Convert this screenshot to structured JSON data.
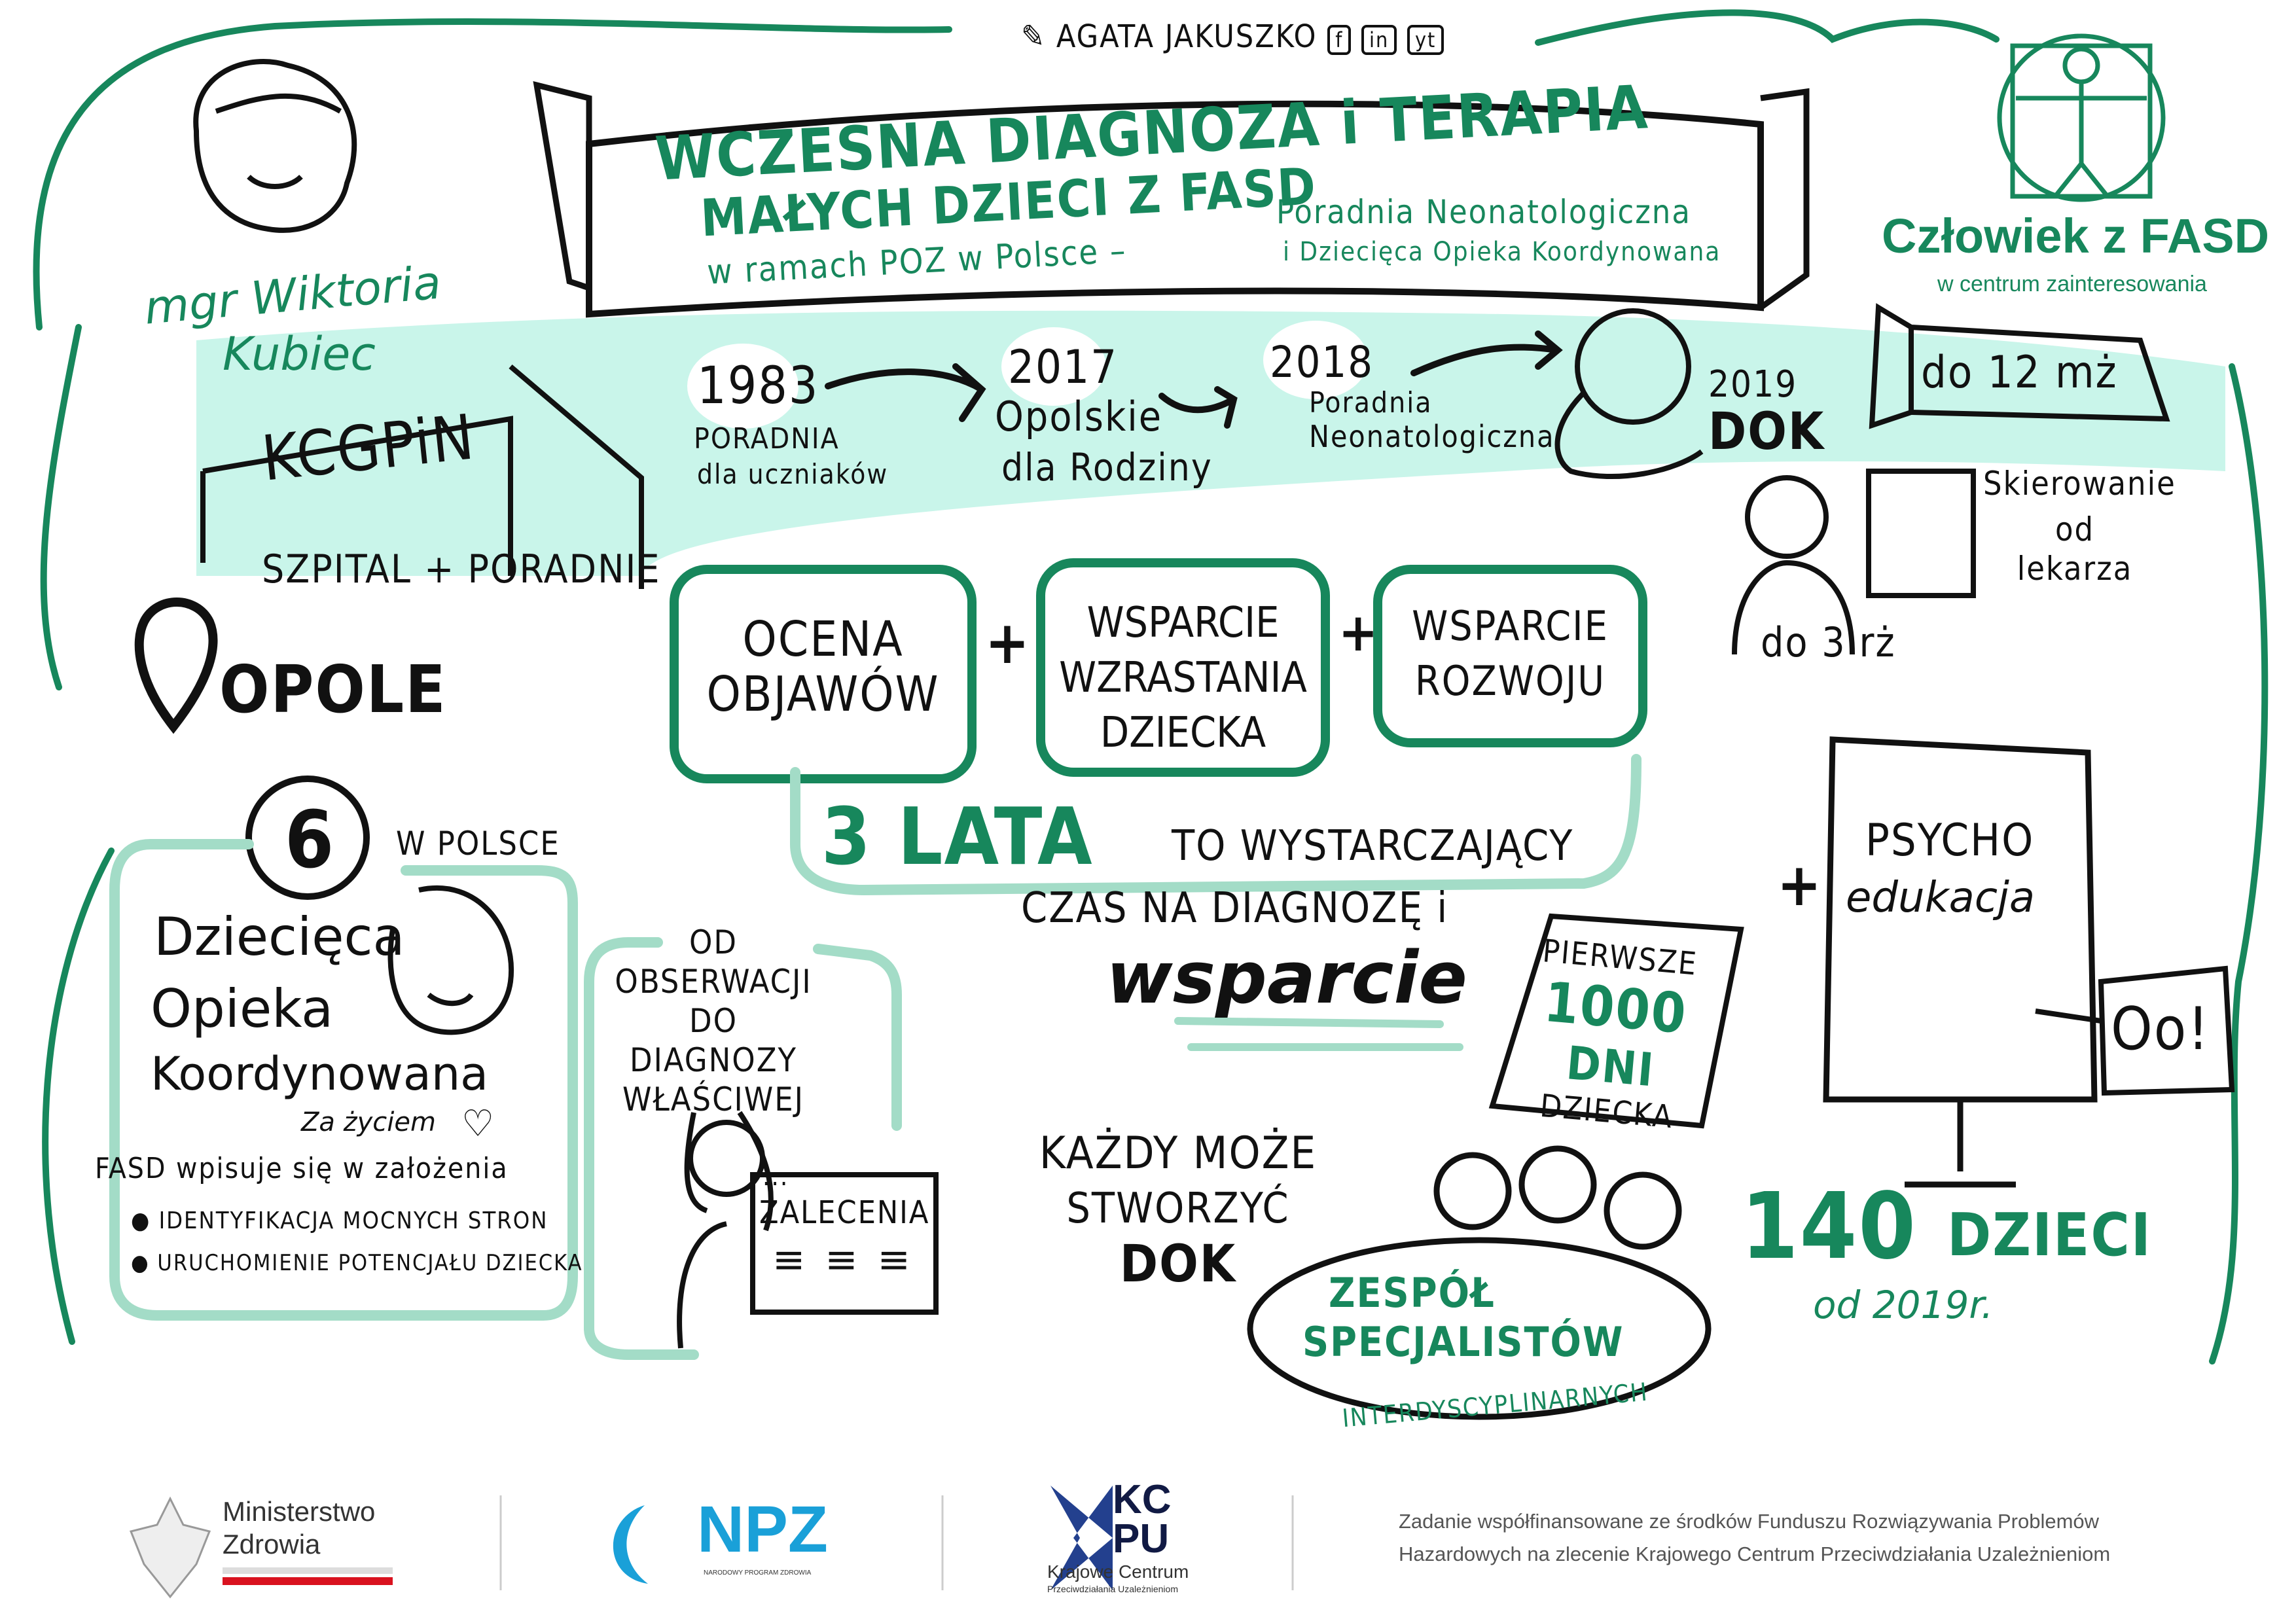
{
  "colors": {
    "green": "#17875c",
    "mint": "#c9f5ea",
    "mint_stroke": "#a3dcc7",
    "ink": "#111111"
  },
  "author": {
    "name": "AGATA JAKUSZKO",
    "social": [
      "f",
      "in",
      "yt"
    ]
  },
  "title": {
    "line1": "WCZESNA DIAGNOZA i TERAPIA",
    "line2": "MAŁYCH DZIECI Z FASD",
    "line3a": "w ramach POZ w Polsce –",
    "line3b": "Poradnia Neonatologiczna",
    "line3c": "i Dziecięca Opieka Koordynowana"
  },
  "brand": {
    "name": "Człowiek z FASD",
    "tagline": "w centrum zainteresowania"
  },
  "speaker": {
    "line1": "mgr Wiktoria",
    "line2": "Kubiec"
  },
  "institution": {
    "name": "KCGPiN",
    "subtitle": "SZPITAL + PORADNIE",
    "city": "OPOLE"
  },
  "timeline": [
    {
      "year": "1983",
      "line1": "PORADNIA",
      "line2": "dla uczniaków"
    },
    {
      "year": "2017",
      "line1": "Opolskie",
      "line2": "dla Rodziny"
    },
    {
      "year": "2018",
      "line1": "Poradnia",
      "line2": "Neonatologiczna"
    },
    {
      "year": "2019",
      "line1": "DOK",
      "line2": ""
    }
  ],
  "age_limits": {
    "infant": "do 12 mż",
    "toddler": "do 3 rż"
  },
  "referral": {
    "line1": "Skierowanie",
    "line2": "od",
    "line3": "lekarza"
  },
  "pillars": [
    {
      "line1": "OCENA",
      "line2": "OBJAWÓW",
      "line3": ""
    },
    {
      "line1": "WSPARCIE",
      "line2": "WZRASTANIA",
      "line3": "DZIECKA"
    },
    {
      "line1": "WSPARCIE",
      "line2": "ROZWOJU",
      "line3": ""
    }
  ],
  "plus": "+",
  "duration": {
    "big": "3 LATA",
    "line1": "TO WYSTARCZAJĄCY",
    "line2": "CZAS NA DIAGNOZĘ i",
    "line3": "wsparcie"
  },
  "calendar": {
    "line1": "PIERWSZE",
    "line2": "1000",
    "line3": "DNI",
    "line4": "DZIECKA"
  },
  "flipchart": {
    "line1": "PSYCHO",
    "line2": "edukacja",
    "exclaim": "Oo!"
  },
  "stats": {
    "count": "140",
    "unit": "DZIECI",
    "since": "od 2019r."
  },
  "anyone": {
    "line1": "KAŻDY MOŻE",
    "line2": "STWORZYĆ",
    "line3": "DOK"
  },
  "team": {
    "line1": "ZESPÓŁ",
    "line2": "SPECJALISTÓW",
    "line3": "INTERDYSCYPLINARNYCH"
  },
  "dok_box": {
    "count": "6",
    "count_label": "W POLSCE",
    "line1": "Dziecięca",
    "line2": "Opieka",
    "line3": "Koordynowana",
    "program": "Za życiem",
    "intro": "FASD wpisuje się w założenia",
    "bullets": [
      "IDENTYFIKACJA MOCNYCH STRON",
      "URUCHOMIENIE POTENCJAŁU DZIECKA"
    ]
  },
  "observation_box": {
    "line1": "OD",
    "line2": "OBSERWACJI",
    "line3": "DO",
    "line4": "DIAGNOZY",
    "line5": "WŁAŚCIWEJ",
    "board_dots": "...",
    "board_title": "ZALECENIA"
  },
  "footer": {
    "ministry_line1": "Ministerstwo",
    "ministry_line2": "Zdrowia",
    "npz": "NPZ",
    "npz_sub": "NARODOWY PROGRAM ZDROWIA",
    "kcpu_line1": "KC",
    "kcpu_line2": "PU",
    "kcpu_name": "Krajowe Centrum",
    "kcpu_sub": "Przeciwdziałania Uzależnieniom",
    "funding_line1": "Zadanie współfinansowane ze środków Funduszu Rozwiązywania Problemów",
    "funding_line2": "Hazardowych na zlecenie Krajowego Centrum Przeciwdziałania Uzależnieniom"
  }
}
